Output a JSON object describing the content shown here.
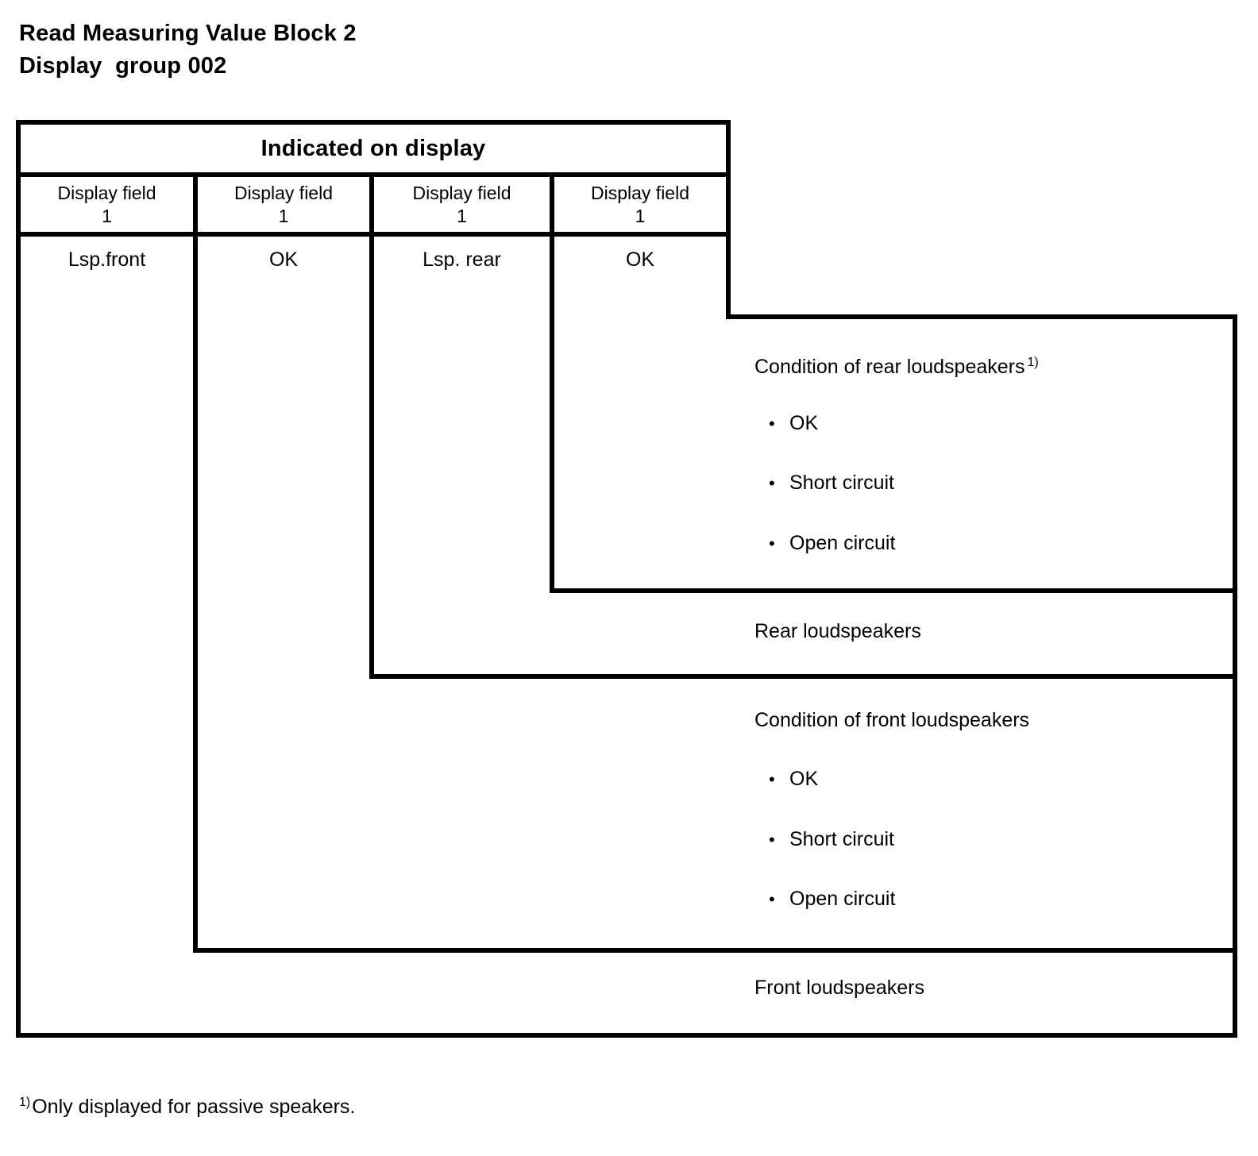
{
  "title": {
    "line1": "Read Measuring Value Block 2",
    "line2": "Display  group 002"
  },
  "table": {
    "header": "Indicated on display",
    "columns": [
      {
        "label": "Display field\n1",
        "value": "Lsp.front"
      },
      {
        "label": "Display field\n1",
        "value": "OK"
      },
      {
        "label": "Display field\n1",
        "value": "Lsp. rear"
      },
      {
        "label": "Display field\n1",
        "value": "OK"
      }
    ]
  },
  "panels": {
    "rear_condition": {
      "heading": "Condition of rear loudspeakers",
      "footnote_marker": "1)",
      "options": [
        "OK",
        "Short circuit",
        "Open circuit"
      ],
      "bullet": "•"
    },
    "rear_label": "Rear loudspeakers",
    "front_condition": {
      "heading": "Condition of front loudspeakers",
      "options": [
        "OK",
        "Short circuit",
        "Open circuit"
      ],
      "bullet": "•"
    },
    "front_label": "Front loudspeakers"
  },
  "footnote": {
    "marker": "1)",
    "text": "Only displayed for passive speakers."
  },
  "colors": {
    "ink": "#000000",
    "paper": "#ffffff"
  }
}
